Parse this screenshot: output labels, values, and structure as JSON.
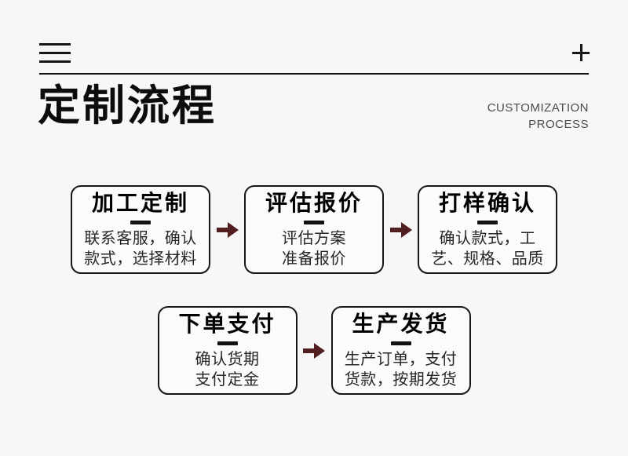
{
  "header": {
    "menu_icon": "hamburger-menu-icon",
    "plus_icon": "plus-icon",
    "title": "定制流程",
    "subtitle_line1": "CUSTOMIZATION",
    "subtitle_line2": "PROCESS"
  },
  "colors": {
    "background": "#f7f7f8",
    "line_black": "#141414",
    "arrow_accent": "#521f20",
    "subtitle_gray": "#4b4b4b"
  },
  "flow": {
    "arrow_icon": "flow-arrow-right-icon",
    "rows": [
      {
        "boxes": [
          {
            "title": "加工定制",
            "body": "联系客服，确认\n款式，选择材料"
          },
          {
            "title": "评估报价",
            "body": "评估方案\n准备报价"
          },
          {
            "title": "打样确认",
            "body": "确认款式，工\n艺、规格、品质"
          }
        ]
      },
      {
        "boxes": [
          {
            "title": "下单支付",
            "body": "确认货期\n支付定金"
          },
          {
            "title": "生产发货",
            "body": "生产订单，支付\n货款，按期发货"
          }
        ]
      }
    ]
  }
}
